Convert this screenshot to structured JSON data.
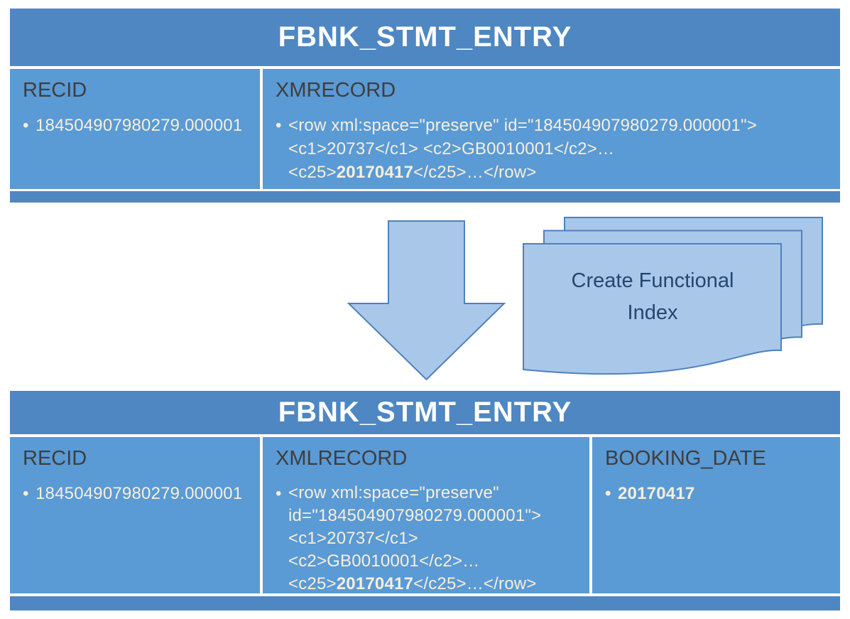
{
  "colors": {
    "band": "#4E87C1",
    "cell": "#5A9AD5",
    "shape_fill": "#A9C7E9",
    "shape_border": "#4E81BD",
    "title_text": "#FFFFFF",
    "header_text": "#3E3E3E",
    "bullet_text": "#F8EFD9",
    "doc_text": "#24476F"
  },
  "glyphs": {
    "bullet": "•"
  },
  "top_table": {
    "title": "FBNK_STMT_ENTRY",
    "recid": {
      "header": "RECID",
      "value": "184504907980279.000001"
    },
    "xmrecord": {
      "header": "XMRECORD",
      "line1": "<row xml:space=\"preserve\" id=\"184504907980279.000001\">",
      "line2": "<c1>20737</c1> <c2>GB0010001</c2>…",
      "line3_pre": "<c25>",
      "line3_bold": "20170417",
      "line3_post": "</c25>…</row>"
    }
  },
  "flow": {
    "doc_label": "Create Functional Index"
  },
  "bottom_table": {
    "title": "FBNK_STMT_ENTRY",
    "recid": {
      "header": "RECID",
      "value": "184504907980279.000001"
    },
    "xmlrecord": {
      "header": "XMLRECORD",
      "line1": "<row xml:space=\"preserve\"",
      "line2": "id=\"184504907980279.000001\">",
      "line3": "<c1>20737</c1>",
      "line4": "<c2>GB0010001</c2>…",
      "line5_pre": "<c25>",
      "line5_bold": "20170417",
      "line5_post": "</c25>…</row>"
    },
    "booking_date": {
      "header": "BOOKING_DATE",
      "value": "20170417"
    }
  }
}
